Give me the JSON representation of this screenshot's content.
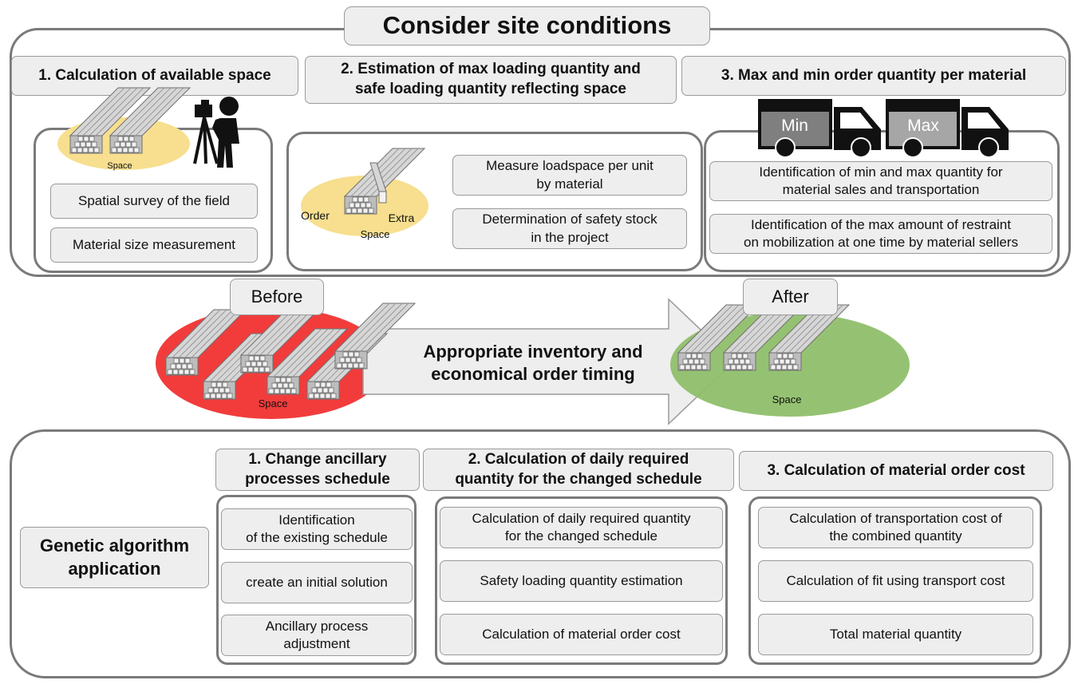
{
  "title": "Consider site conditions",
  "top_sections": [
    {
      "header": "1. Calculation  of available  space",
      "items": [
        "Spatial survey of the field",
        "Material size measurement"
      ],
      "space_label": "Space"
    },
    {
      "header_lines": [
        "2. Estimation  of max loading quantity and",
        "safe loading quantity reflecting space"
      ],
      "items": [
        [
          "Measure loadspace per unit",
          "by material"
        ],
        [
          "Determination of safety stock",
          "in the project"
        ]
      ],
      "order_label": "Order",
      "extra_label": "Extra",
      "space_label": "Space"
    },
    {
      "header": "3. Max and min order quantity  per material",
      "truck_min": "Min",
      "truck_max": "Max",
      "items": [
        [
          "Identification of min and max quantity for",
          "material sales and transportation"
        ],
        [
          "Identification of the max amount of restraint",
          "on mobilization at one time by material sellers"
        ]
      ]
    }
  ],
  "middle": {
    "before": "Before",
    "after": "After",
    "arrow_lines": [
      "Appropriate inventory and",
      "economical order timing"
    ],
    "before_space": "Space",
    "after_space": "Space"
  },
  "bottom": {
    "ga_lines": [
      "Genetic algorithm",
      "application"
    ],
    "sections": [
      {
        "header_lines": [
          "1.   Change ancillary",
          "processes schedule"
        ],
        "items": [
          [
            "Identification",
            "of the existing schedule"
          ],
          [
            "create an initial solution"
          ],
          [
            "Ancillary process",
            "adjustment"
          ]
        ]
      },
      {
        "header_lines": [
          "2. Calculation  of daily required",
          "quantity for the changed schedule"
        ],
        "items": [
          [
            "Calculation of daily required quantity",
            "for the changed schedule"
          ],
          [
            "Safety loading quantity estimation"
          ],
          [
            "Calculation of material order cost"
          ]
        ]
      },
      {
        "header": "3. Calculation  of material  order cost",
        "items": [
          [
            "Calculation of transportation cost of",
            "the combined quantity"
          ],
          [
            "Calculation of fit using transport cost"
          ],
          [
            "Total material quantity"
          ]
        ]
      }
    ]
  },
  "colors": {
    "before_ellipse": "#f23c3c",
    "after_ellipse": "#8fbf6a",
    "space_ellipse": "#f7df8f",
    "frame_border": "#7a7a7a",
    "box_fill": "#eeeeee",
    "truck_min_body": "#7f7f7f",
    "truck_max_body": "#a6a6a6"
  }
}
